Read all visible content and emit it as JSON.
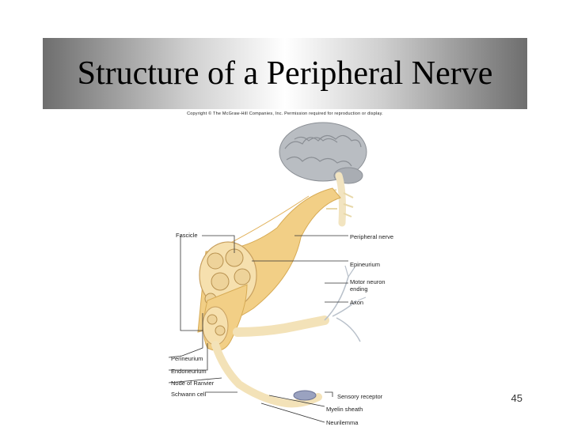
{
  "slide": {
    "title": "Structure of a Peripheral Nerve",
    "copyright": "Copyright © The McGraw-Hill Companies, Inc. Permission required for reproduction or display.",
    "page_number": "45"
  },
  "labels": {
    "fascicle": "Fascicle",
    "peripheral_nerve": "Peripheral nerve",
    "epineurium": "Epineurium",
    "motor_neuron_ending": "Motor neuron ending",
    "motor_line1": "Motor neuron",
    "motor_line2": "ending",
    "axon": "Axon",
    "perineurium": "Perineurium",
    "endoneurium": "Endoneurium",
    "node_of_ranvier": "Node of Ranvier",
    "schwann_cell": "Schwann cell",
    "sensory_receptor": "Sensory receptor",
    "myelin_sheath": "Myelin sheath",
    "neurilemma": "Neurilemma"
  },
  "colors": {
    "brain": "#b9bdc2",
    "nerve": "#f2cf86",
    "fascicle": "#e9c57a",
    "label_line": "#333333"
  }
}
